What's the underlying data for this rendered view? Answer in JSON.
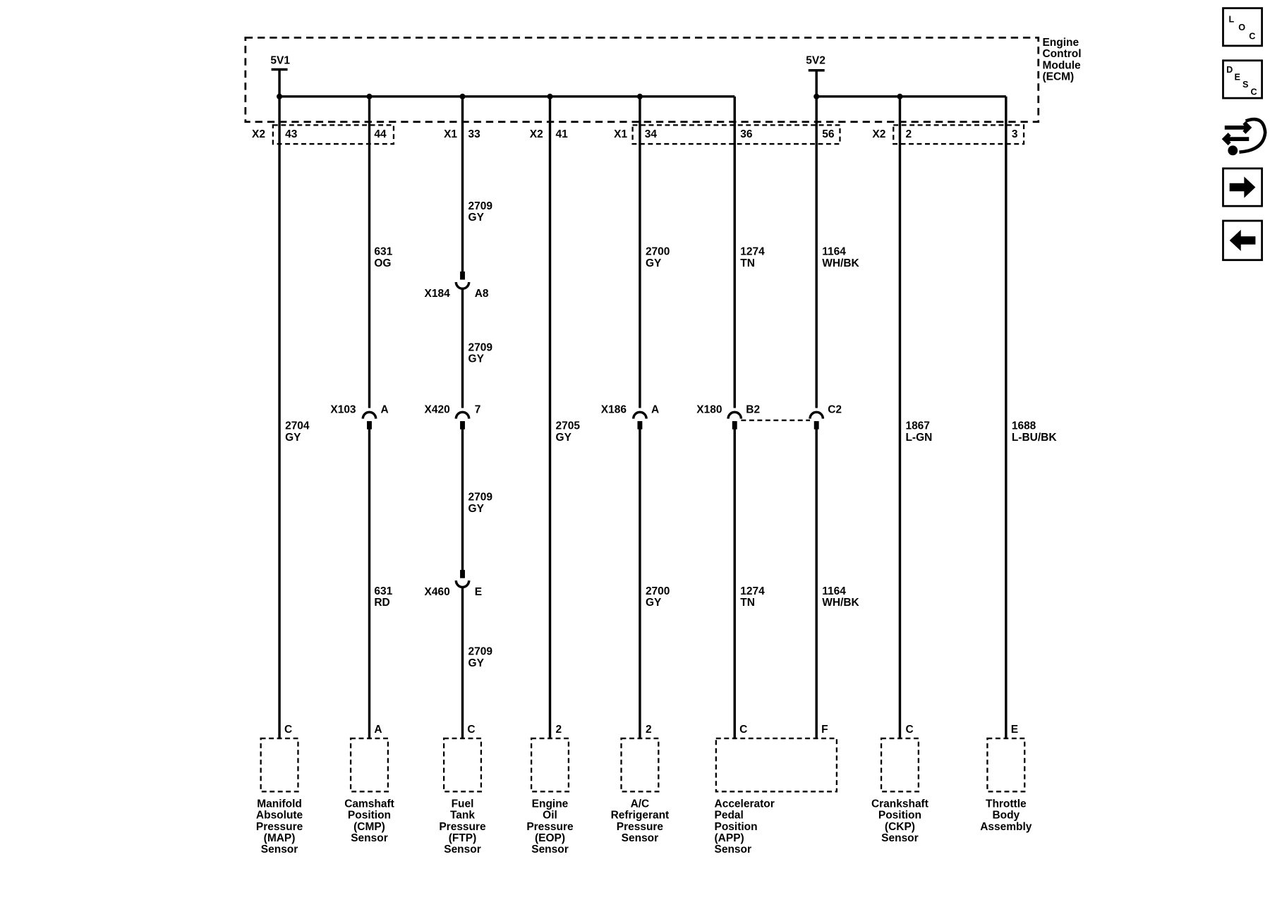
{
  "ecm": {
    "label": [
      "Engine",
      "Control",
      "Module",
      "(ECM)"
    ],
    "supply_1": "5V1",
    "supply_2": "5V2"
  },
  "connectors_top": {
    "x2_a": "X2",
    "x1_a": "X1",
    "x2_b": "X2",
    "x1_b": "X1",
    "x2_c": "X2",
    "pins": [
      "43",
      "44",
      "33",
      "41",
      "34",
      "36",
      "56",
      "2",
      "3"
    ]
  },
  "circuits": {
    "map": [
      "2704",
      "GY"
    ],
    "cmp_upper": [
      "631",
      "OG"
    ],
    "cmp_lower": [
      "631",
      "RD"
    ],
    "ftp_1": [
      "2709",
      "GY"
    ],
    "ftp_2": [
      "2709",
      "GY"
    ],
    "ftp_3": [
      "2709",
      "GY"
    ],
    "ftp_4": [
      "2709",
      "GY"
    ],
    "eop": [
      "2705",
      "GY"
    ],
    "ac_upper": [
      "2700",
      "GY"
    ],
    "ac_lower": [
      "2700",
      "GY"
    ],
    "app_c_upper": [
      "1274",
      "TN"
    ],
    "app_c_lower": [
      "1274",
      "TN"
    ],
    "app_f_upper": [
      "1164",
      "WH/BK"
    ],
    "app_f_lower": [
      "1164",
      "WH/BK"
    ],
    "ckp": [
      "1867",
      "L-GN"
    ],
    "tb": [
      "1688",
      "L-BU/BK"
    ]
  },
  "inline_connectors": {
    "x103": {
      "name": "X103",
      "pin": "A"
    },
    "x184": {
      "name": "X184",
      "pin": "A8"
    },
    "x420": {
      "name": "X420",
      "pin": "7"
    },
    "x460": {
      "name": "X460",
      "pin": "E"
    },
    "x186": {
      "name": "X186",
      "pin": "A"
    },
    "x180": {
      "name": "X180",
      "pin_a": "B2",
      "pin_b": "C2"
    }
  },
  "components": {
    "map": {
      "pin": "C",
      "label": [
        "Manifold",
        "Absolute",
        "Pressure",
        "(MAP)",
        "Sensor"
      ]
    },
    "cmp": {
      "pin": "A",
      "label": [
        "Camshaft",
        "Position",
        "(CMP)",
        "Sensor"
      ]
    },
    "ftp": {
      "pin": "C",
      "label": [
        "Fuel",
        "Tank",
        "Pressure",
        "(FTP)",
        "Sensor"
      ]
    },
    "eop": {
      "pin": "2",
      "label": [
        "Engine",
        "Oil",
        "Pressure",
        "(EOP)",
        "Sensor"
      ]
    },
    "ac": {
      "pin": "2",
      "label": [
        "A/C",
        "Refrigerant",
        "Pressure",
        "Sensor"
      ]
    },
    "app": {
      "pin_c": "C",
      "pin_f": "F",
      "label": [
        "Accelerator",
        "Pedal",
        "Position",
        "(APP)",
        "Sensor"
      ]
    },
    "ckp": {
      "pin": "C",
      "label": [
        "Crankshaft",
        "Position",
        "(CKP)",
        "Sensor"
      ]
    },
    "tb": {
      "pin": "E",
      "label": [
        "Throttle",
        "Body",
        "Assembly"
      ]
    }
  },
  "nav": {
    "loc": [
      "L",
      "O",
      "C"
    ],
    "desc": [
      "D",
      "E",
      "S",
      "C"
    ],
    "icons": [
      "connector-swap-icon",
      "arrow-right-icon",
      "arrow-left-icon"
    ]
  }
}
